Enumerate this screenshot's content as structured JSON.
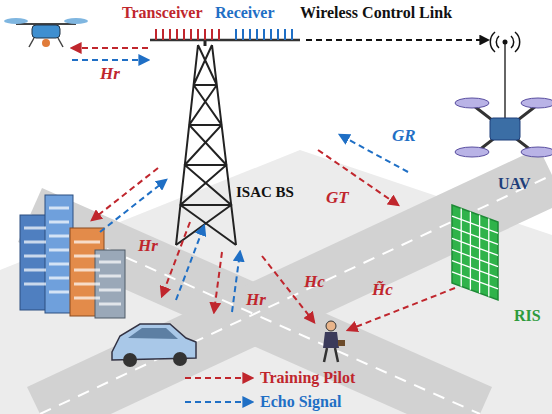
{
  "diagram": {
    "labels": [
      "Transceiver",
      "Receiver",
      "Wireless Control Link",
      "Hr",
      "ISAC BS",
      "GR",
      "GT",
      "UAV",
      "Hr",
      "Hr",
      "Hc",
      "RIS",
      "H̃c"
    ],
    "legend": [
      {
        "text": "Training Pilot"
      },
      {
        "text": "Echo Signal"
      }
    ]
  }
}
